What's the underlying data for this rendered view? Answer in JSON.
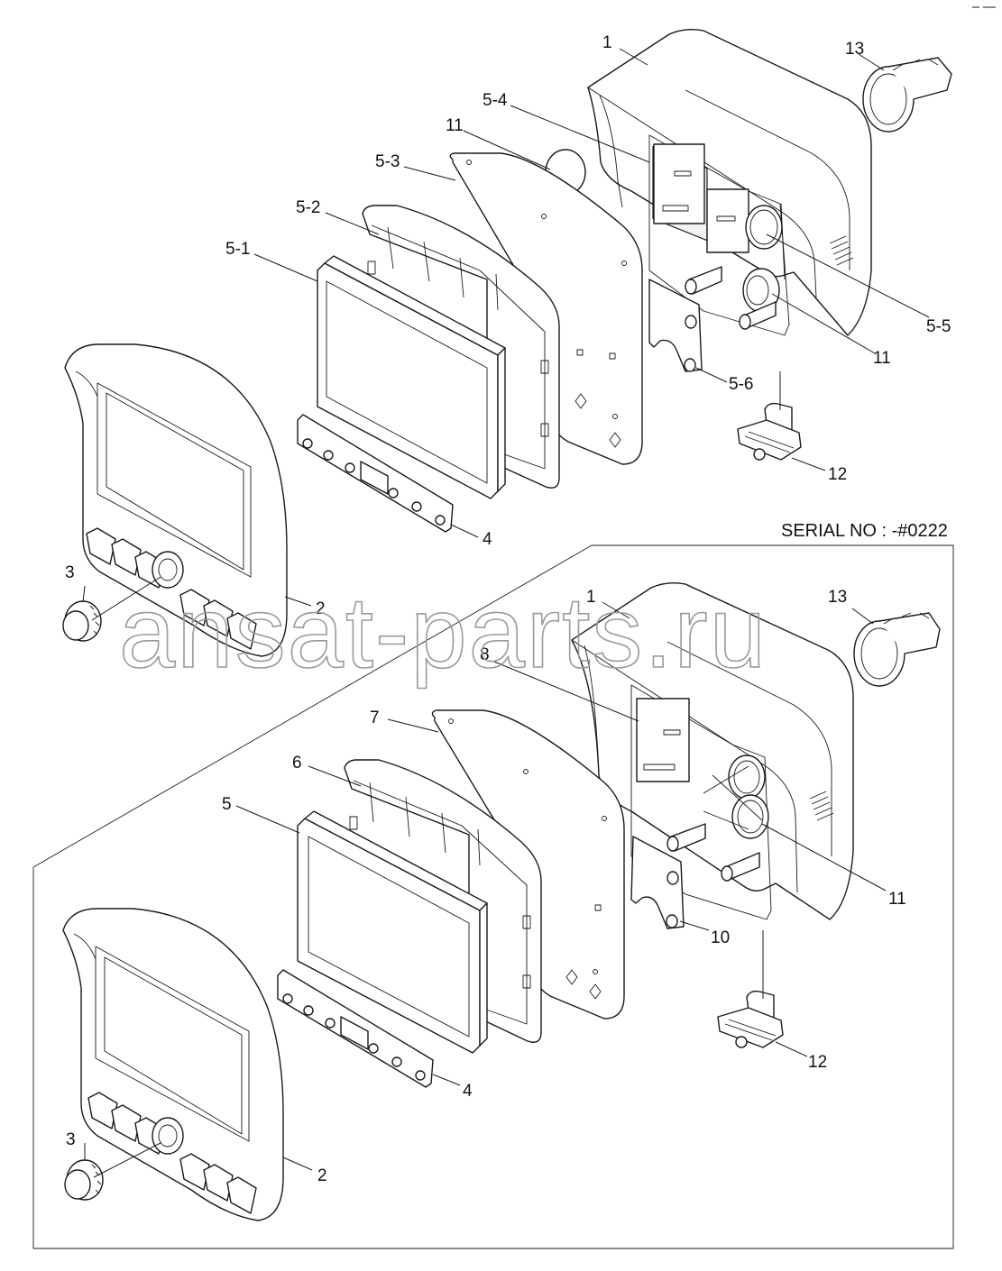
{
  "serial_note": "SERIAL NO : -#0222",
  "watermark": "ansat-parts.ru",
  "upper_labels": {
    "l1": "1",
    "l13": "13",
    "l5_4": "5-4",
    "l11a": "11",
    "l5_3": "5-3",
    "l5_2": "5-2",
    "l5_1": "5-1",
    "l5_5": "5-5",
    "l11b": "11",
    "l5_6": "5-6",
    "l12": "12",
    "l4": "4",
    "l3": "3",
    "l2": "2"
  },
  "lower_labels": {
    "l1": "1",
    "l13": "13",
    "l8": "8",
    "l7": "7",
    "l6": "6",
    "l5": "5",
    "l11": "11",
    "l10": "10",
    "l12": "12",
    "l4": "4",
    "l3": "3",
    "l2": "2"
  }
}
